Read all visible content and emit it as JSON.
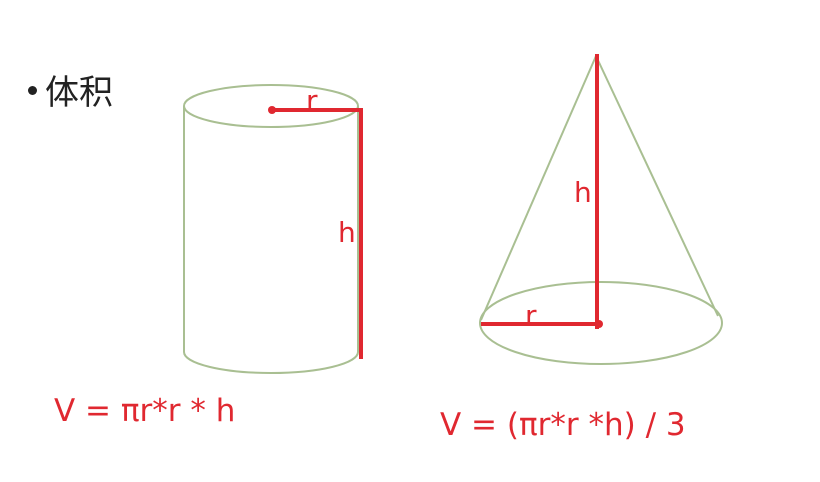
{
  "heading": {
    "bullet": "•",
    "text": "体积"
  },
  "cylinder": {
    "radius_label": "r",
    "height_label": "h",
    "formula": "V = πr*r * h"
  },
  "cone": {
    "radius_label": "r",
    "height_label": "h",
    "formula": "V = (πr*r *h) / 3"
  },
  "colors": {
    "outline": "#a9bf92",
    "annotation": "#e02830",
    "text": "#222222"
  }
}
